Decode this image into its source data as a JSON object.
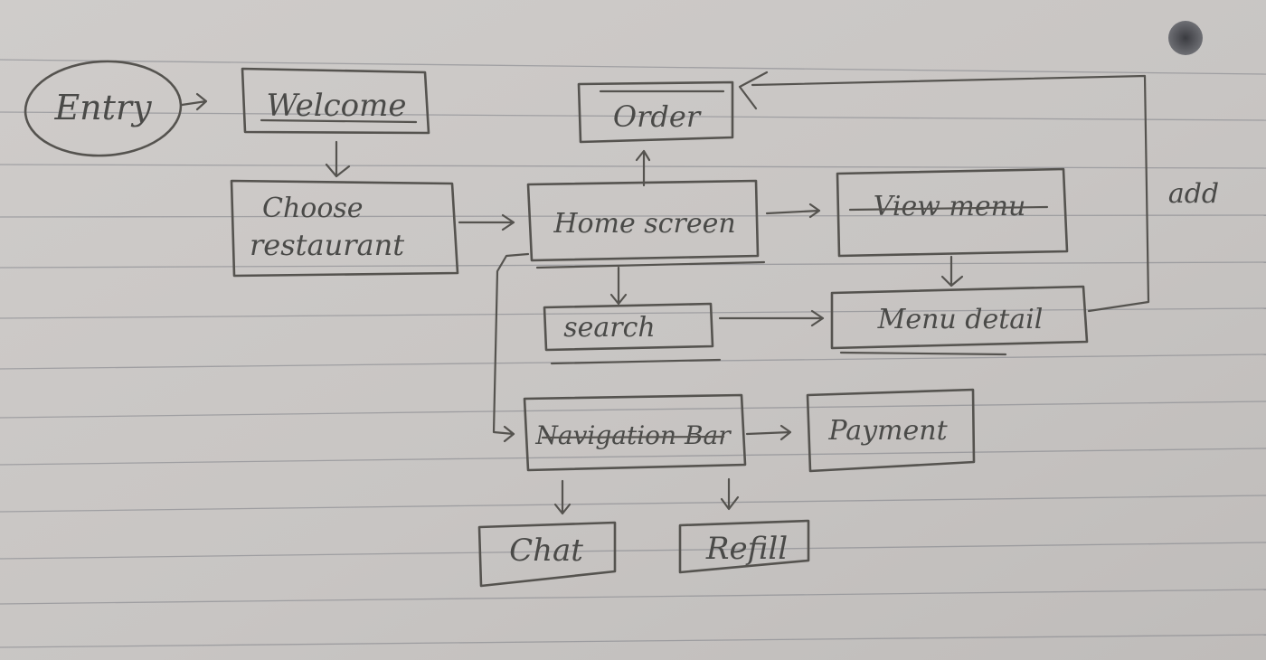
{
  "diagram": {
    "nodes": {
      "entry": "Entry",
      "welcome": "Welcome",
      "choose_restaurant_line1": "Choose",
      "choose_restaurant_line2": "restaurant",
      "order": "Order",
      "home_screen": "Home screen",
      "view_menu": "View menu",
      "search": "search",
      "menu_detail": "Menu detail",
      "navigation_bar": "Navigation Bar",
      "payment": "Payment",
      "chat": "Chat",
      "refill": "Refill"
    },
    "edge_labels": {
      "add": "add"
    },
    "colors": {
      "paper": "#c9c6c5",
      "ink": "#55534f",
      "rule": "#7d7f86"
    }
  }
}
